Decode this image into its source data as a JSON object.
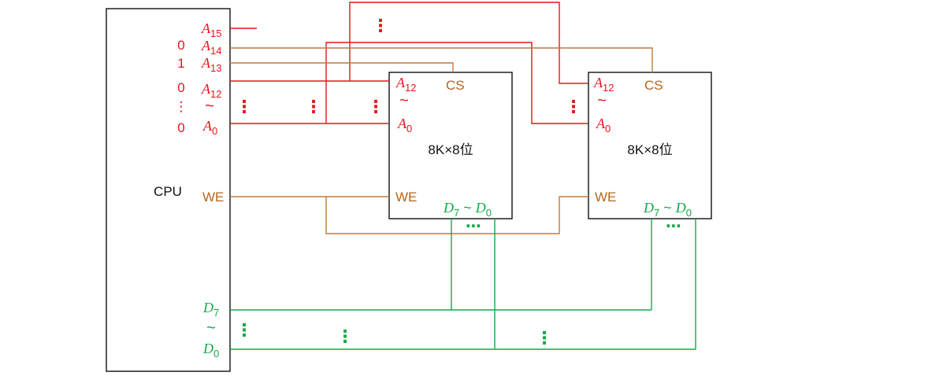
{
  "cpu": {
    "label": "CPU",
    "addr_pins": {
      "a15": {
        "letter": "A",
        "sub": "15"
      },
      "a14": {
        "letter": "A",
        "sub": "14"
      },
      "a13": {
        "letter": "A",
        "sub": "13"
      },
      "a12": {
        "letter": "A",
        "sub": "12"
      },
      "tilde": "~",
      "a0": {
        "letter": "A",
        "sub": "0"
      }
    },
    "addr_values": [
      "0",
      "1",
      "0",
      "⋮",
      "0"
    ],
    "we": "WE",
    "data_pins": {
      "d7": {
        "letter": "D",
        "sub": "7"
      },
      "tilde": "~",
      "d0": {
        "letter": "D",
        "sub": "0"
      }
    }
  },
  "chips": [
    {
      "a12": {
        "letter": "A",
        "sub": "12"
      },
      "tilde": "~",
      "a0": {
        "letter": "A",
        "sub": "0"
      },
      "cs": "CS",
      "capacity": "8K×8位",
      "we": "WE",
      "data": {
        "d7_letter": "D",
        "d7_sub": "7",
        "tilde": "~",
        "d0_letter": "D",
        "d0_sub": "0"
      }
    },
    {
      "a12": {
        "letter": "A",
        "sub": "12"
      },
      "tilde": "~",
      "a0": {
        "letter": "A",
        "sub": "0"
      },
      "cs": "CS",
      "capacity": "8K×8位",
      "we": "WE",
      "data": {
        "d7_letter": "D",
        "d7_sub": "7",
        "tilde": "~",
        "d0_letter": "D",
        "d0_sub": "0"
      }
    }
  ],
  "ellipsis": {
    "vertical": "⋮",
    "horizontal": "⋯"
  },
  "colors": {
    "address": "#e8141c",
    "control": "#b5651d",
    "data": "#15a847",
    "outline": "#111111"
  }
}
